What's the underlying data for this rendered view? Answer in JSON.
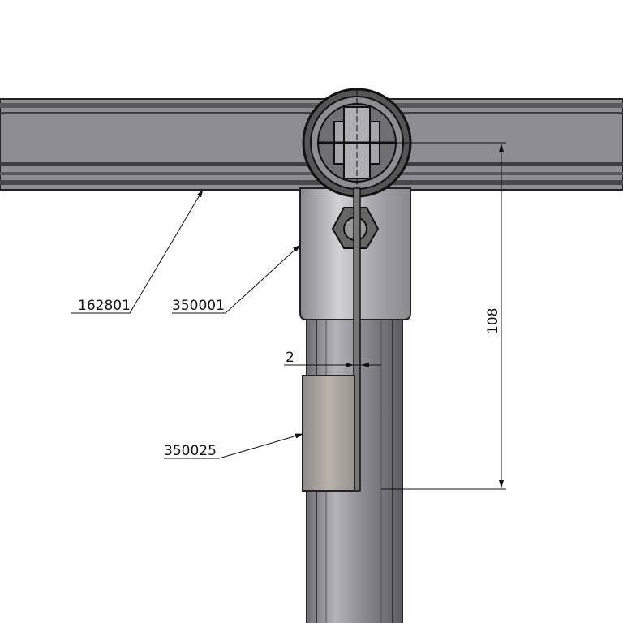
{
  "drawing": {
    "part_labels": {
      "beam": "162801",
      "clamp": "350001",
      "bracket": "350025"
    },
    "dimensions": {
      "height": "108",
      "gap": "2"
    },
    "colors": {
      "metal": "#8e8e92",
      "metal_dark": "#4a4a4e",
      "bracket": "#a8a29c",
      "line": "#111111"
    }
  }
}
